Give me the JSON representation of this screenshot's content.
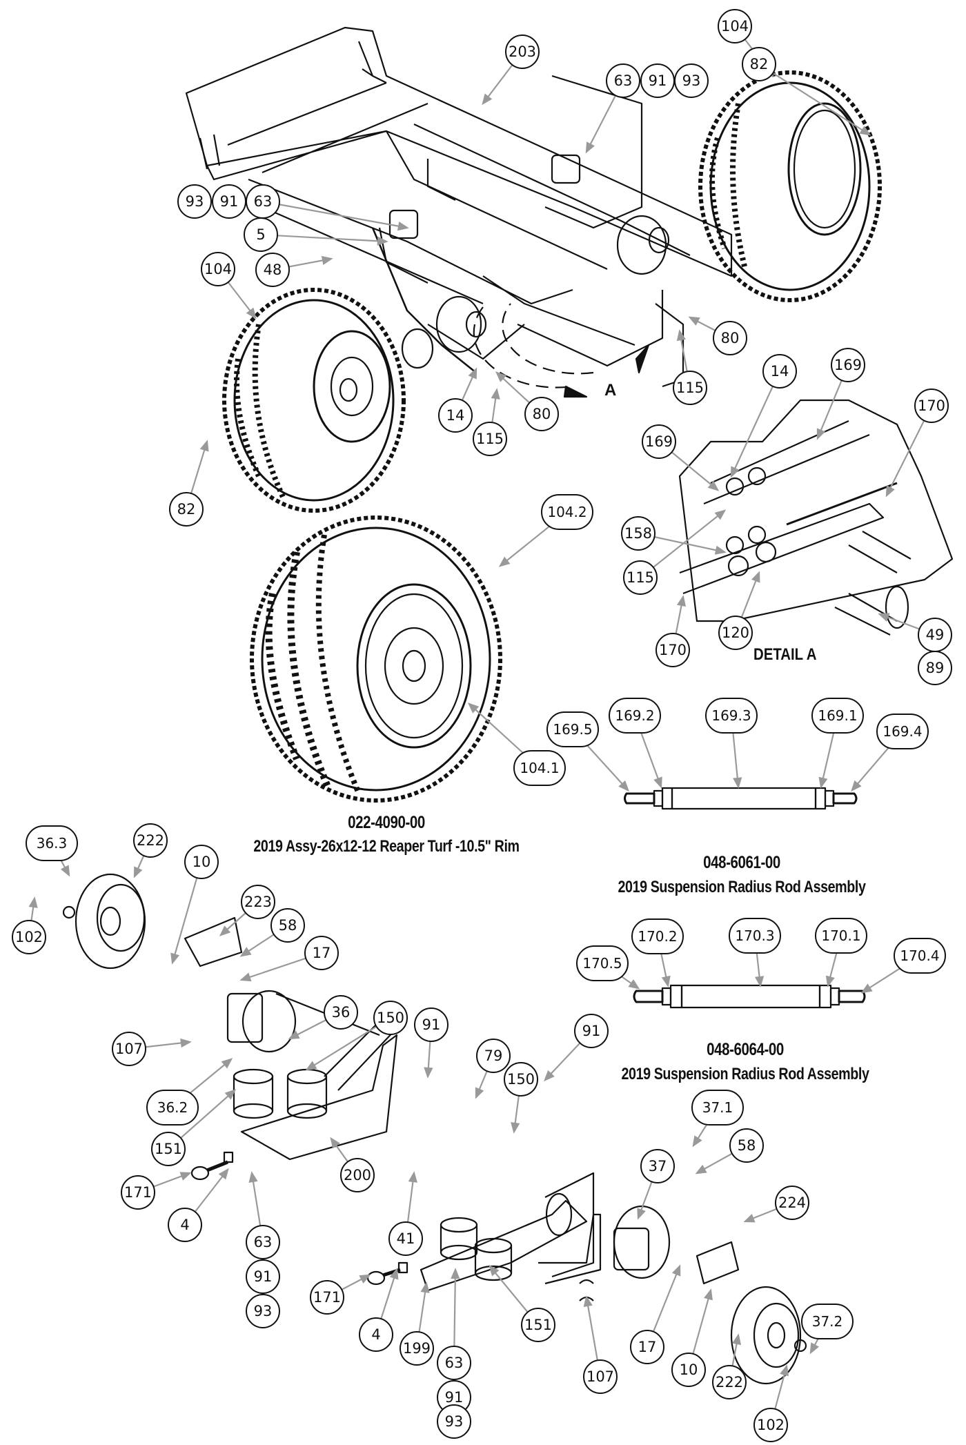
{
  "diagram": {
    "type": "exploded parts diagram",
    "view_label": "A",
    "detail_label": "DETAIL  A",
    "assemblies": [
      {
        "part_number": "022-4090-00",
        "description": "2019 Assy-26x12-12 Reaper Turf -10.5\" Rim"
      },
      {
        "part_number": "048-6061-00",
        "description": "2019 Suspension Radius Rod Assembly"
      },
      {
        "part_number": "048-6064-00",
        "description": "2019 Suspension Radius Rod Assembly"
      }
    ],
    "callouts": {
      "frame": [
        "203",
        "63",
        "91",
        "93",
        "104",
        "82",
        "93",
        "91",
        "63",
        "5",
        "48",
        "104",
        "80",
        "80",
        "115",
        "115",
        "14",
        "82"
      ],
      "detail_a": [
        "14",
        "169",
        "170",
        "169",
        "158",
        "115",
        "170",
        "120",
        "49",
        "89"
      ],
      "wheel": [
        "104.2",
        "104.1"
      ],
      "rod_169": [
        "169.5",
        "169.2",
        "169.3",
        "169.1",
        "169.4"
      ],
      "rod_170": [
        "170.5",
        "170.2",
        "170.3",
        "170.1",
        "170.4"
      ],
      "front_left": [
        "36.3",
        "222",
        "10",
        "102",
        "223",
        "58",
        "17",
        "36",
        "150",
        "107",
        "91",
        "36.2",
        "79",
        "150",
        "151",
        "200",
        "171",
        "4",
        "63",
        "91",
        "93",
        "41"
      ],
      "front_right": [
        "91",
        "37",
        "37.1",
        "58",
        "224",
        "171",
        "4",
        "199",
        "63",
        "91",
        "93",
        "151",
        "107",
        "17",
        "10",
        "222",
        "102",
        "37.2"
      ]
    }
  }
}
